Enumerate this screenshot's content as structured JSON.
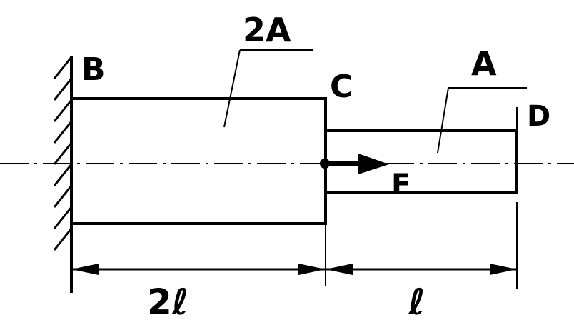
{
  "labels": {
    "point_b": "B",
    "point_c": "C",
    "point_d": "D",
    "area_left": "2A",
    "area_right": "A",
    "force": "F",
    "length_left": "2ℓ",
    "length_right": "ℓ"
  }
}
